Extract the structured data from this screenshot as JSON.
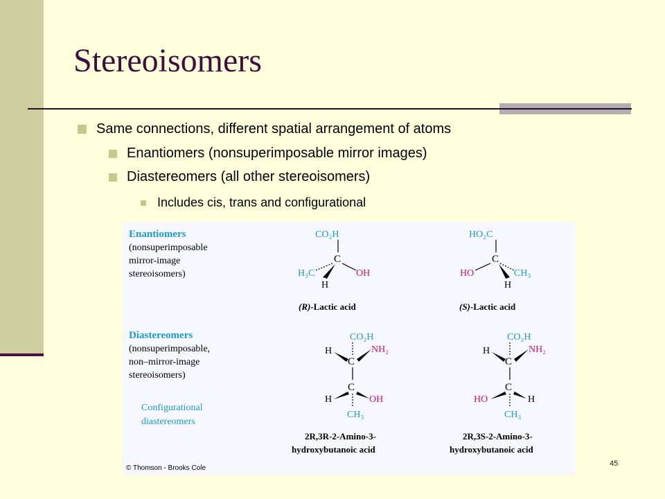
{
  "slide": {
    "title": "Stereoisomers",
    "bullets": {
      "level1": "Same connections, different spatial arrangement of atoms",
      "level2a": "Enantiomers (nonsuperimposable mirror images)",
      "level2b": "Diastereomers (all other stereoisomers)",
      "level3": "Includes cis, trans and configurational"
    },
    "page_number": "45"
  },
  "figure": {
    "enantiomers": {
      "heading": "Enantiomers",
      "desc": [
        "(nonsuperimposable",
        "mirror-image",
        "stereoisomers)"
      ],
      "left": {
        "top": "CO₂H",
        "center": "C",
        "left": "H₃C",
        "right": "OH",
        "bottom": "H",
        "caption_prefix": "(R)",
        "caption_suffix": "-Lactic acid"
      },
      "right": {
        "top": "HO₂C",
        "center": "C",
        "left": "HO",
        "right": "CH₃",
        "bottom": "H",
        "caption_prefix": "(S)",
        "caption_suffix": "-Lactic acid"
      }
    },
    "diastereomers": {
      "heading": "Diastereomers",
      "desc": [
        "(nonsuperimposable,",
        "non–mirror-image",
        "stereoisomers)"
      ],
      "sub_label": [
        "Configurational",
        "diastereomers"
      ],
      "left": {
        "top": "CO₂H",
        "upper_left": "H",
        "upper_right": "NH₂",
        "lower_left": "H",
        "lower_right": "OH",
        "bottom": "CH₃",
        "center": "C",
        "caption_line1": "2R,3R-2-Amino-3-",
        "caption_line2": "hydroxybutanoic acid"
      },
      "right": {
        "top": "CO₂H",
        "upper_left": "H",
        "upper_right": "NH₂",
        "lower_left": "HO",
        "lower_right": "H",
        "bottom": "CH₃",
        "center": "C",
        "caption_line1": "2R,3S-2-Amino-3-",
        "caption_line2": "hydroxybutanoic acid"
      }
    },
    "credit": "© Thomson - Brooks Cole",
    "colors": {
      "cyan": "#1A9AD6",
      "magenta": "#D1156E",
      "text": "#000000"
    }
  }
}
